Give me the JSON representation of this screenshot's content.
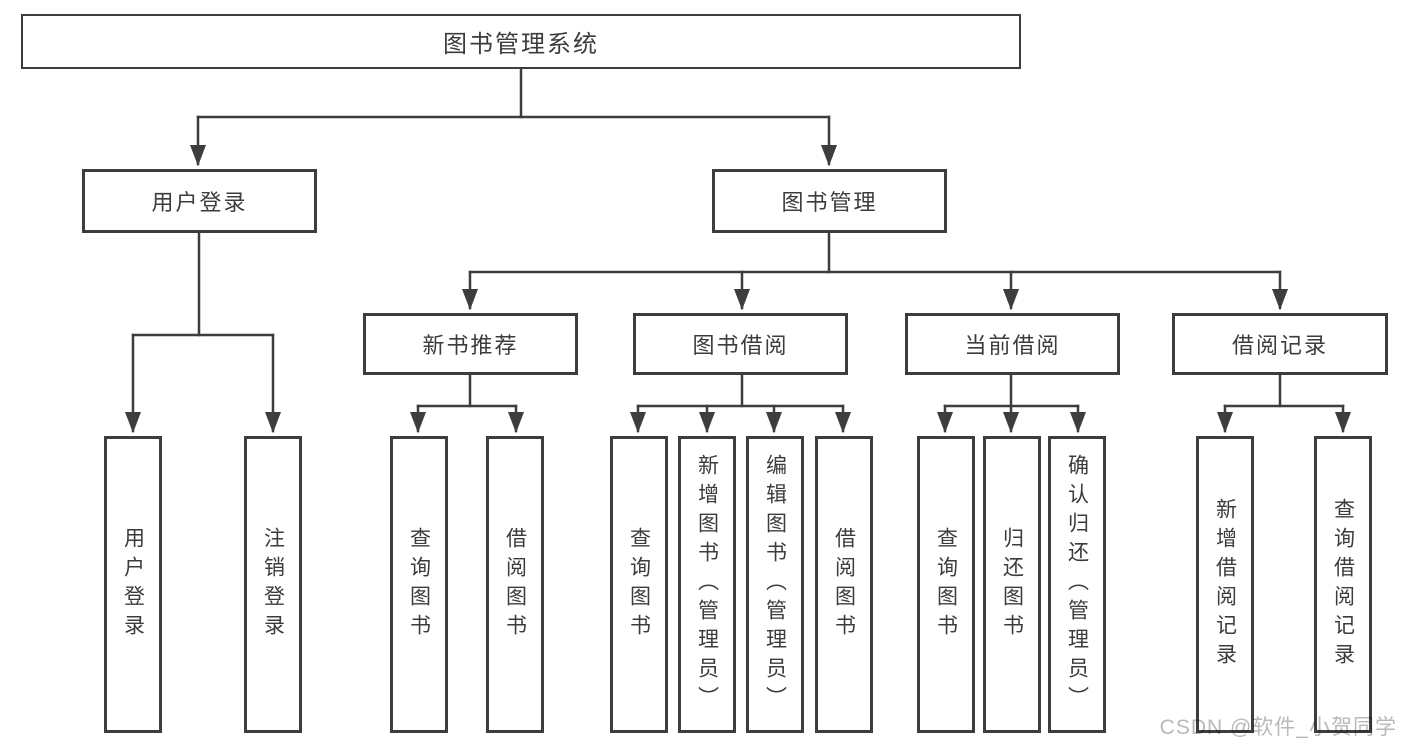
{
  "diagram": {
    "tree": {
      "root": "图书管理系统",
      "children": [
        {
          "label": "用户登录",
          "children": [
            "用户登录",
            "注销登录"
          ]
        },
        {
          "label": "图书管理",
          "children": [
            {
              "label": "新书推荐",
              "children": [
                "查询图书",
                "借阅图书"
              ]
            },
            {
              "label": "图书借阅",
              "children": [
                "查询图书",
                "新增图书（管理员）",
                "编辑图书（管理员）",
                "借阅图书"
              ]
            },
            {
              "label": "当前借阅",
              "children": [
                "查询图书",
                "归还图书",
                "确认归还（管理员）"
              ]
            },
            {
              "label": "借阅记录",
              "children": [
                "新增借阅记录",
                "查询借阅记录"
              ]
            }
          ]
        }
      ]
    },
    "watermark": "CSDN @软件_小贺同学",
    "colors": {
      "line": "#3d3d3d",
      "text": "#3c3c3c",
      "watermark": "#b9b9b9",
      "background": "#ffffff"
    }
  }
}
